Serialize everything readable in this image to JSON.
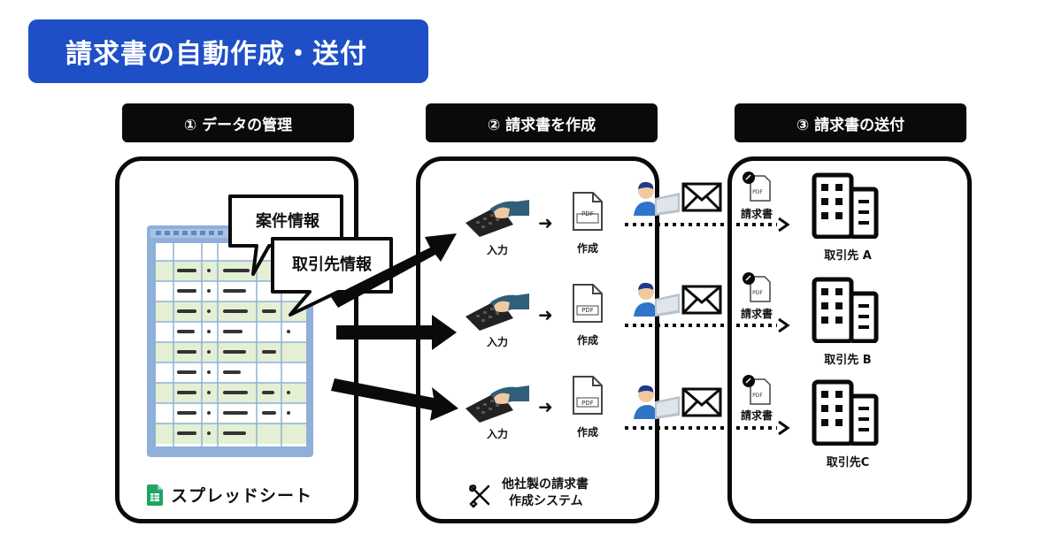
{
  "title": "請求書の自動作成・送付",
  "steps": [
    {
      "label": "① データの管理"
    },
    {
      "label": "②  請求書を作成"
    },
    {
      "label": "③  請求書の送付"
    }
  ],
  "panel1": {
    "bubble_case": "案件情報",
    "bubble_client": "取引先情報",
    "sheet_label": "スプレッドシート",
    "sheet_icon": "google-sheets-icon"
  },
  "panel2": {
    "rows": [
      {
        "input_label": "入力",
        "create_label": "作成",
        "pdf_text": "PDF"
      },
      {
        "input_label": "入力",
        "create_label": "作成",
        "pdf_text": "PDF"
      },
      {
        "input_label": "入力",
        "create_label": "作成",
        "pdf_text": "PDF"
      }
    ],
    "system_line1": "他社製の請求書",
    "system_line2": "作成システム",
    "system_icon": "tools-icon"
  },
  "panel3": {
    "rows": [
      {
        "doc_label": "請求書",
        "pdf_text": "PDF",
        "client": "取引先 A"
      },
      {
        "doc_label": "請求書",
        "pdf_text": "PDF",
        "client": "取引先 B"
      },
      {
        "doc_label": "請求書",
        "pdf_text": "PDF",
        "client": "取引先C"
      }
    ]
  },
  "colors": {
    "accent": "#1f4fc6",
    "dark": "#0a0a0a",
    "sheet_blue": "#8fb0d8",
    "sheet_green": "#e4f0d4",
    "sheets_icon": "#1fa463"
  }
}
